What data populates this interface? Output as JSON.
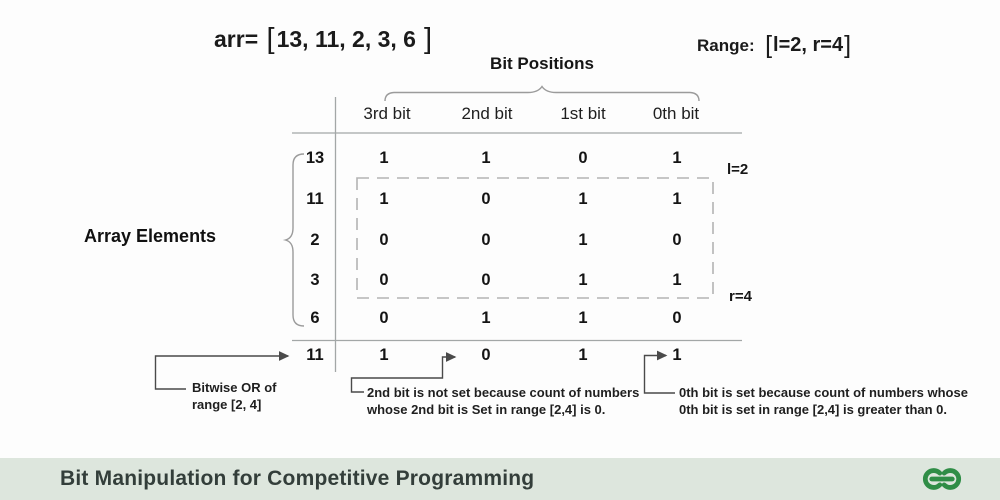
{
  "header": {
    "arr": {
      "label": "arr= ",
      "open": "[",
      "body": "13, 11, 2, 3, 6",
      "close": "]"
    },
    "range": {
      "label": "Range:  ",
      "open": "[",
      "body": "l=2, r=4",
      "close": "]"
    }
  },
  "table": {
    "bit_positions_label": "Bit Positions",
    "columns": [
      "3rd bit",
      "2nd bit",
      "1st bit",
      "0th bit"
    ],
    "array_elements_label": "Array Elements",
    "rows": [
      {
        "label": "13",
        "bits": [
          "1",
          "1",
          "0",
          "1"
        ]
      },
      {
        "label": "11",
        "bits": [
          "1",
          "0",
          "1",
          "1"
        ]
      },
      {
        "label": "2",
        "bits": [
          "0",
          "0",
          "1",
          "0"
        ]
      },
      {
        "label": "3",
        "bits": [
          "0",
          "0",
          "1",
          "1"
        ]
      },
      {
        "label": "6",
        "bits": [
          "0",
          "1",
          "1",
          "0"
        ]
      }
    ],
    "result": {
      "label": "11",
      "bits": [
        "1",
        "0",
        "1",
        "1"
      ]
    },
    "range_markers": {
      "l": "l=2",
      "r": "r=4"
    }
  },
  "annotations": {
    "bitwise_or_line1": "Bitwise OR of",
    "bitwise_or_line2": "range [2, 4]",
    "second_bit_line1": "2nd bit is not set because count of numbers",
    "second_bit_line2": "whose 2nd bit is Set in range [2,4] is 0.",
    "zeroth_bit_line1": "0th bit is set because count of numbers whose",
    "zeroth_bit_line2": "0th bit is set in range [2,4] is greater than 0."
  },
  "footer": {
    "title": "Bit Manipulation for Competitive Programming",
    "logo": "geeksforgeeks-logo"
  },
  "colors": {
    "brand_green": "#2f8d46",
    "footer_bg": "#dde6dd",
    "footer_text": "#333e3a",
    "line_gray": "#a3a7a7",
    "dash_gray": "#b3b3b3",
    "connector_dark": "#4a4a4a"
  }
}
